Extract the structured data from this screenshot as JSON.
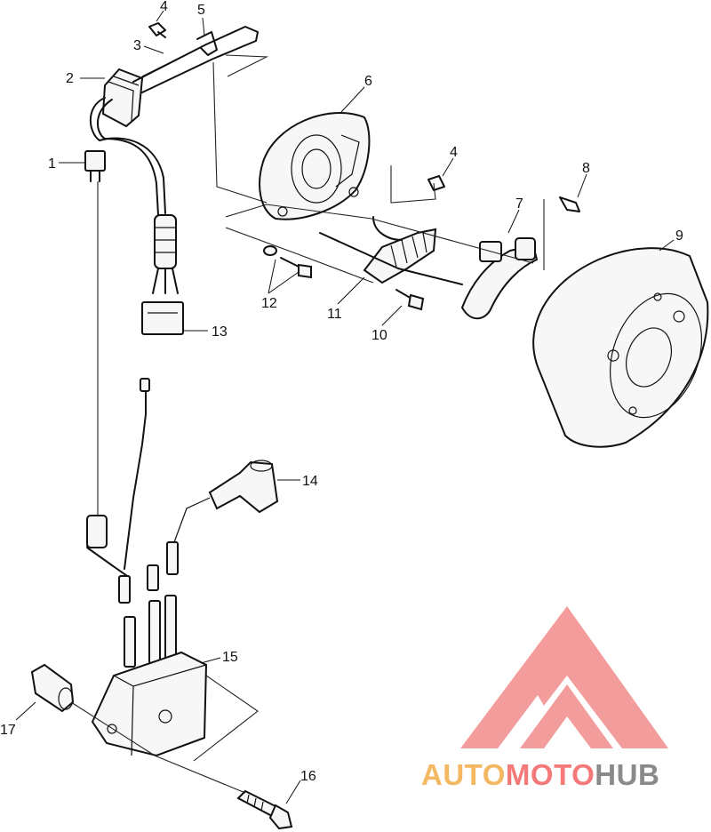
{
  "callouts": [
    {
      "id": "c1",
      "label": "1"
    },
    {
      "id": "c2",
      "label": "2"
    },
    {
      "id": "c3",
      "label": "3"
    },
    {
      "id": "c4a",
      "label": "4"
    },
    {
      "id": "c5",
      "label": "5"
    },
    {
      "id": "c6",
      "label": "6"
    },
    {
      "id": "c4b",
      "label": "4"
    },
    {
      "id": "c8",
      "label": "8"
    },
    {
      "id": "c7",
      "label": "7"
    },
    {
      "id": "c9",
      "label": "9"
    },
    {
      "id": "c12",
      "label": "12"
    },
    {
      "id": "c11",
      "label": "11"
    },
    {
      "id": "c10",
      "label": "10"
    },
    {
      "id": "c13",
      "label": "13"
    },
    {
      "id": "c14",
      "label": "14"
    },
    {
      "id": "c15",
      "label": "15"
    },
    {
      "id": "c16",
      "label": "16"
    },
    {
      "id": "c17",
      "label": "17"
    }
  ],
  "watermark": {
    "part1": "AUTO",
    "part2": "MOTO",
    "part3": "HUB",
    "color1": "#f5b862",
    "color2": "#f47a7a",
    "color3": "#8a8a8a",
    "logo_color": "#f28b8b"
  }
}
